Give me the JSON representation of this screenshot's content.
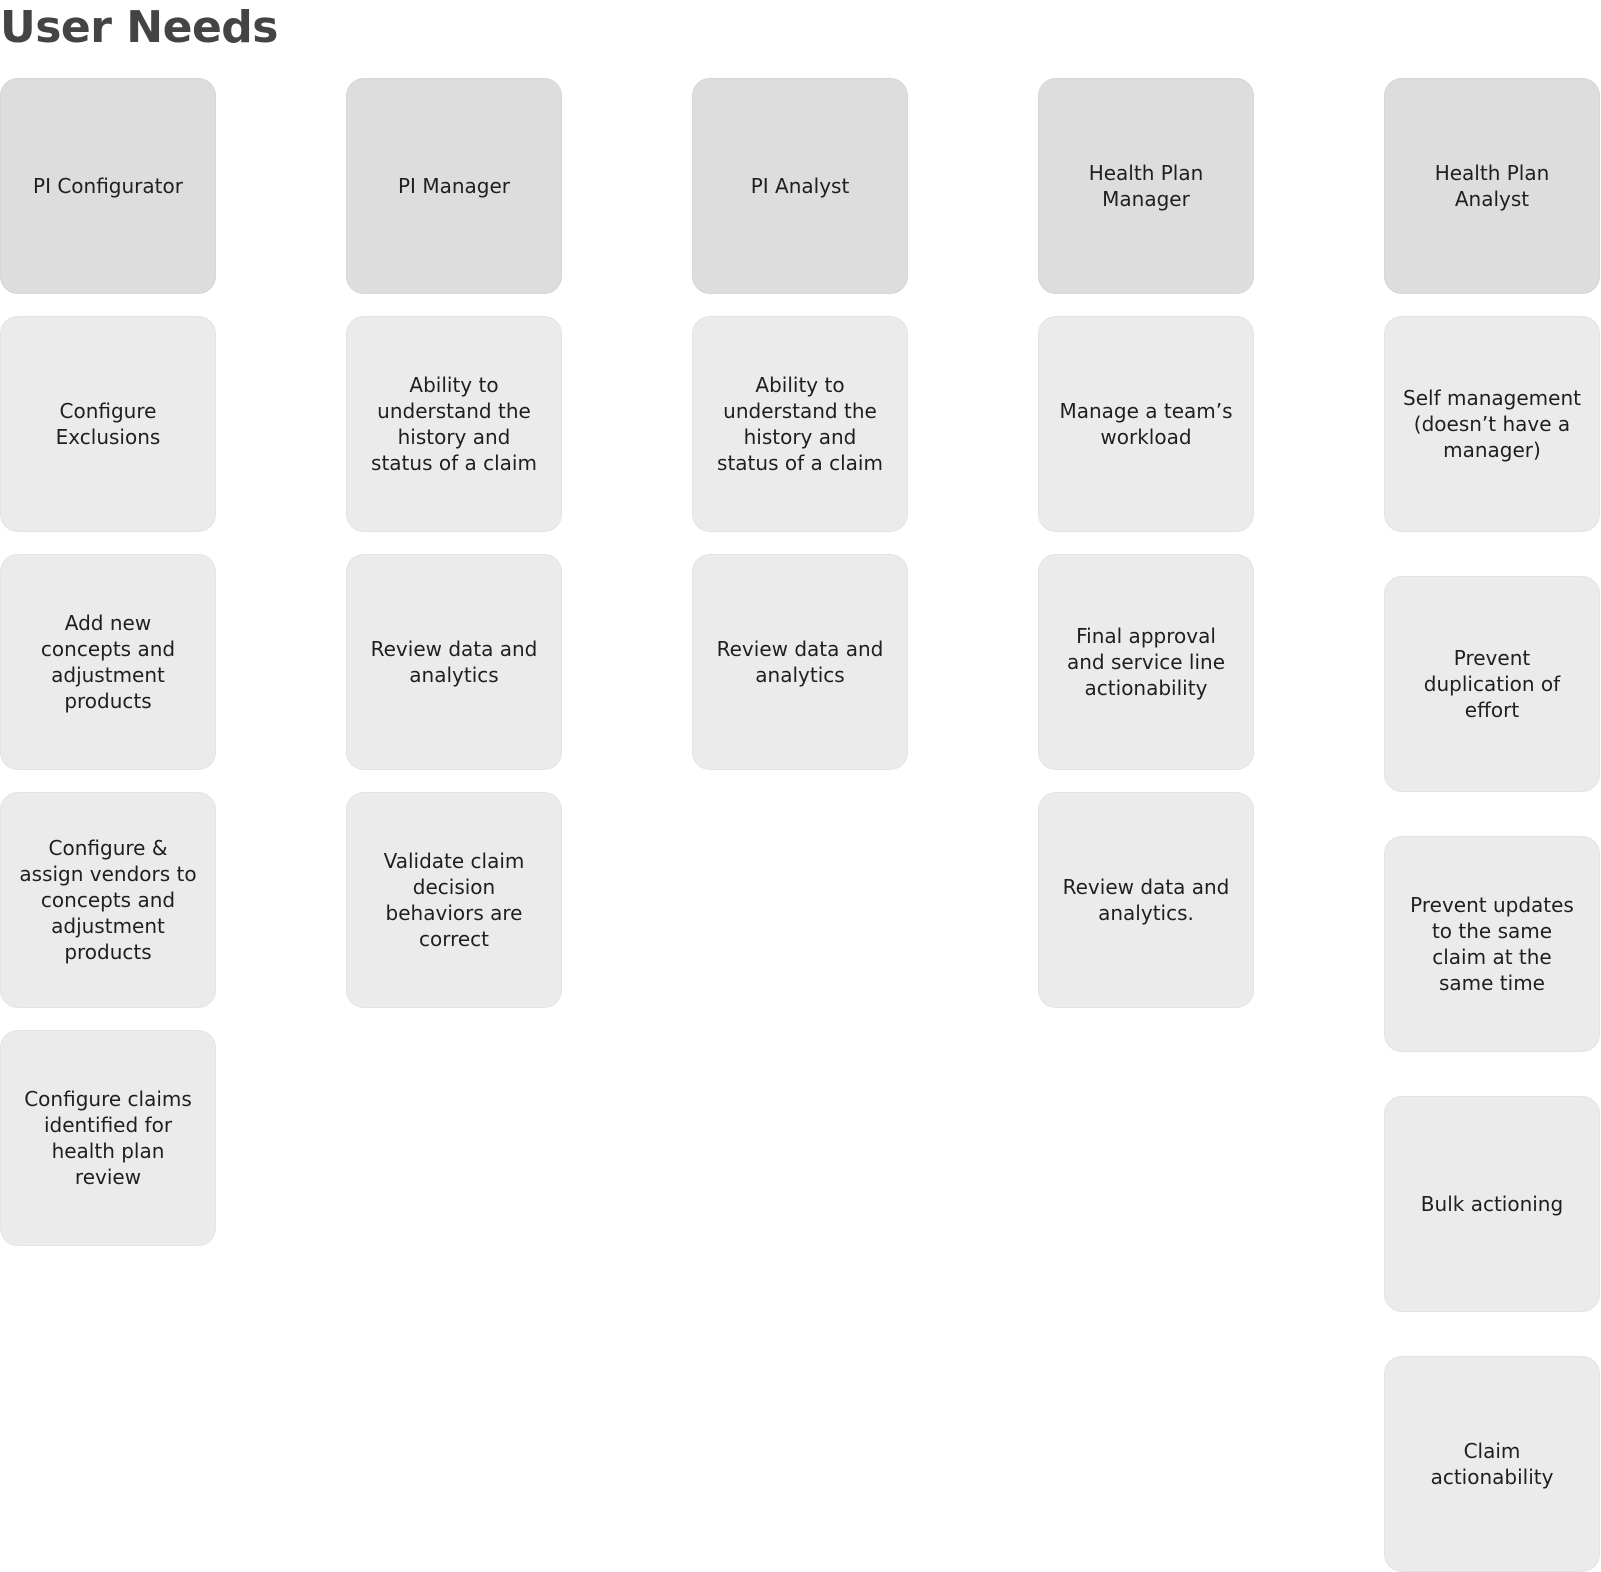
{
  "title": "User Needs",
  "columns": [
    {
      "header": "PI Configurator",
      "needs": [
        "Configure\nExclusions",
        "Add new\nconcepts and\nadjustment\nproducts",
        "Configure &\nassign vendors to\nconcepts and\nadjustment\nproducts",
        "Configure claims\nidentified for\nhealth plan\nreview"
      ]
    },
    {
      "header": "PI Manager",
      "needs": [
        "Ability to\nunderstand the\nhistory and\nstatus of a claim",
        "Review data and\nanalytics",
        "Validate claim\ndecision\nbehaviors are\ncorrect"
      ]
    },
    {
      "header": "PI Analyst",
      "needs": [
        "Ability to\nunderstand the\nhistory and\nstatus of a claim",
        "Review data and\nanalytics"
      ]
    },
    {
      "header": "Health Plan\nManager",
      "needs": [
        "Manage a team’s\nworkload",
        "Final approval\nand service line\nactionability",
        "Review data and\nanalytics."
      ]
    },
    {
      "header": "Health Plan\nAnalyst",
      "needs": [
        "Self management\n(doesn’t have a\nmanager)",
        "Prevent\nduplication of\neffort",
        "Prevent updates\nto the same\nclaim at the\nsame time",
        "Bulk actioning",
        "Claim\nactionability"
      ]
    }
  ]
}
